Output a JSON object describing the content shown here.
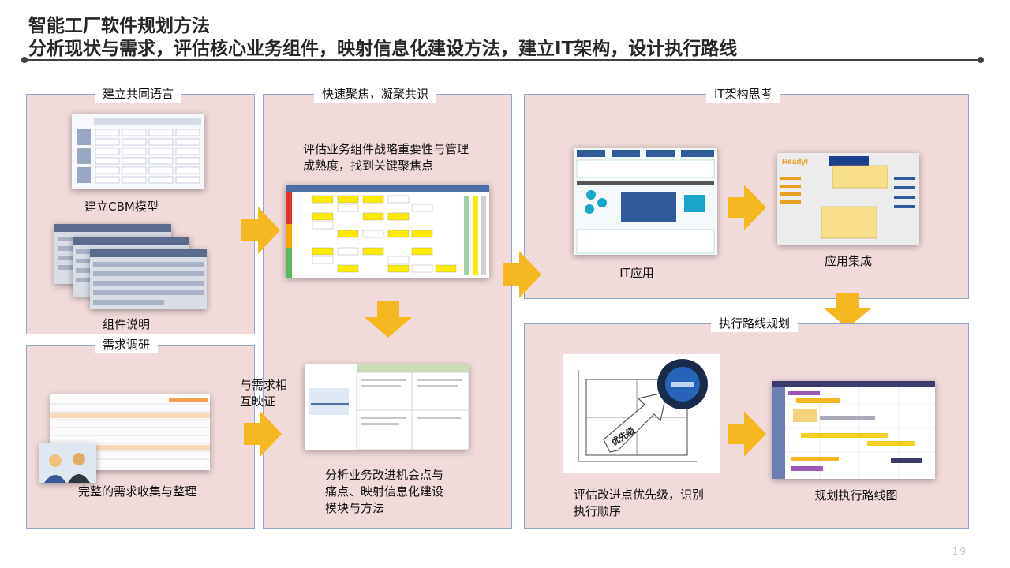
{
  "header": {
    "title": "智能工厂软件规划方法",
    "subtitle": "分析现状与需求，评估核心业务组件，映射信息化建设方法，建立IT架构，设计执行路线"
  },
  "panels": {
    "common_language": {
      "title": "建立共同语言",
      "cbm_caption": "建立CBM模型",
      "component_caption": "组件说明"
    },
    "requirements": {
      "title": "需求调研",
      "caption": "完整的需求收集与整理"
    },
    "focus": {
      "title": "快速聚焦，凝聚共识",
      "assess_text": "评估业务组件战略重要性与管理成熟度，找到关键聚焦点",
      "mapping_note": "与需求相互映证",
      "analysis_text": "分析业务改进机会点与痛点、映射信息化建设模块与方法"
    },
    "it_arch": {
      "title": "IT架构思考",
      "app_caption": "IT应用",
      "integration_caption": "应用集成"
    },
    "roadmap": {
      "title": "执行路线规划",
      "priority_text": "评估改进点优先级，识别执行顺序",
      "roadmap_caption": "规划执行路线图",
      "priority_chip": "优先级"
    }
  },
  "page_number": "19",
  "colors": {
    "panel_fill": "#f0dada",
    "panel_border": "#8fa6cc",
    "arrow": "#f5b820",
    "rule": "#404040"
  }
}
